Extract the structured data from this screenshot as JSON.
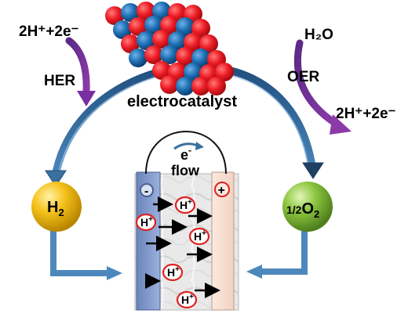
{
  "labels": {
    "her_input": "2H⁺+2e⁻",
    "her": "HER",
    "catalyst": "electrocatalyst",
    "water": "H₂O",
    "oer": "OER",
    "oer_output": "2H⁺+2e⁻",
    "electron_superscript": "-",
    "electron_symbol": "e",
    "flow": "flow",
    "h2_base": "H",
    "h2_sub": "2",
    "o2_fraction": "1/2",
    "o2_base": "O",
    "o2_sub": "2",
    "minus": "-",
    "plus": "+",
    "proton": "H",
    "proton_charge": "+"
  },
  "colors": {
    "catalyst_red": "#ee1c25",
    "catalyst_blue": "#1f6fb5",
    "her_arrow": "#6a2b8f",
    "oer_arrow": "#7a2fa0",
    "loop_arrow": "#3b6f9c",
    "h2_sphere": "#f2b705",
    "o2_sphere": "#8cc63f",
    "cathode": "#7f97c8",
    "anode": "#f6ddd0",
    "membrane": "#e6e6e6",
    "circle_red": "#e02020"
  },
  "protons": [
    {
      "id": "p1"
    },
    {
      "id": "p2"
    },
    {
      "id": "p3"
    },
    {
      "id": "p4"
    },
    {
      "id": "p5"
    }
  ]
}
